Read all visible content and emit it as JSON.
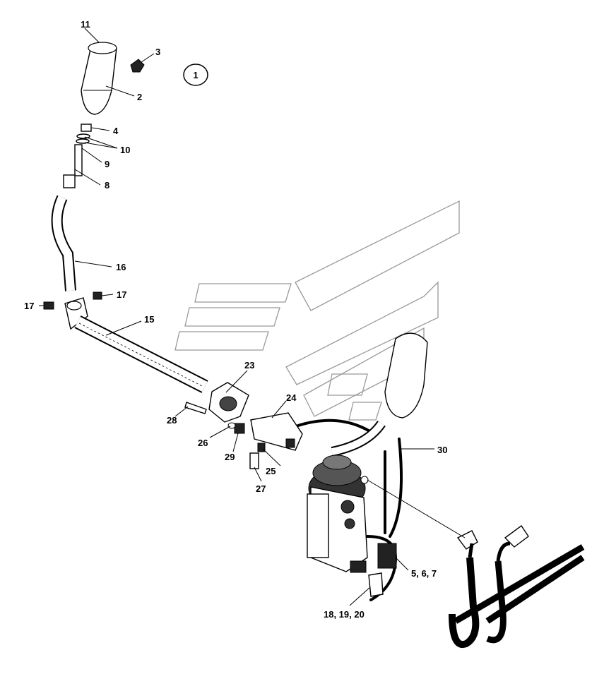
{
  "diagram": {
    "view_badge": "1",
    "callouts": {
      "c11": "11",
      "c3": "3",
      "c2": "2",
      "c4": "4",
      "c10": "10",
      "c9": "9",
      "c8": "8",
      "c16": "16",
      "c17a": "17",
      "c17b": "17",
      "c15": "15",
      "c23": "23",
      "c24": "24",
      "c28": "28",
      "c26": "26",
      "c29": "29",
      "c25": "25",
      "c27": "27",
      "c30": "30",
      "c567": "5,  6,  7",
      "c181920": "18, 19, 20"
    }
  }
}
